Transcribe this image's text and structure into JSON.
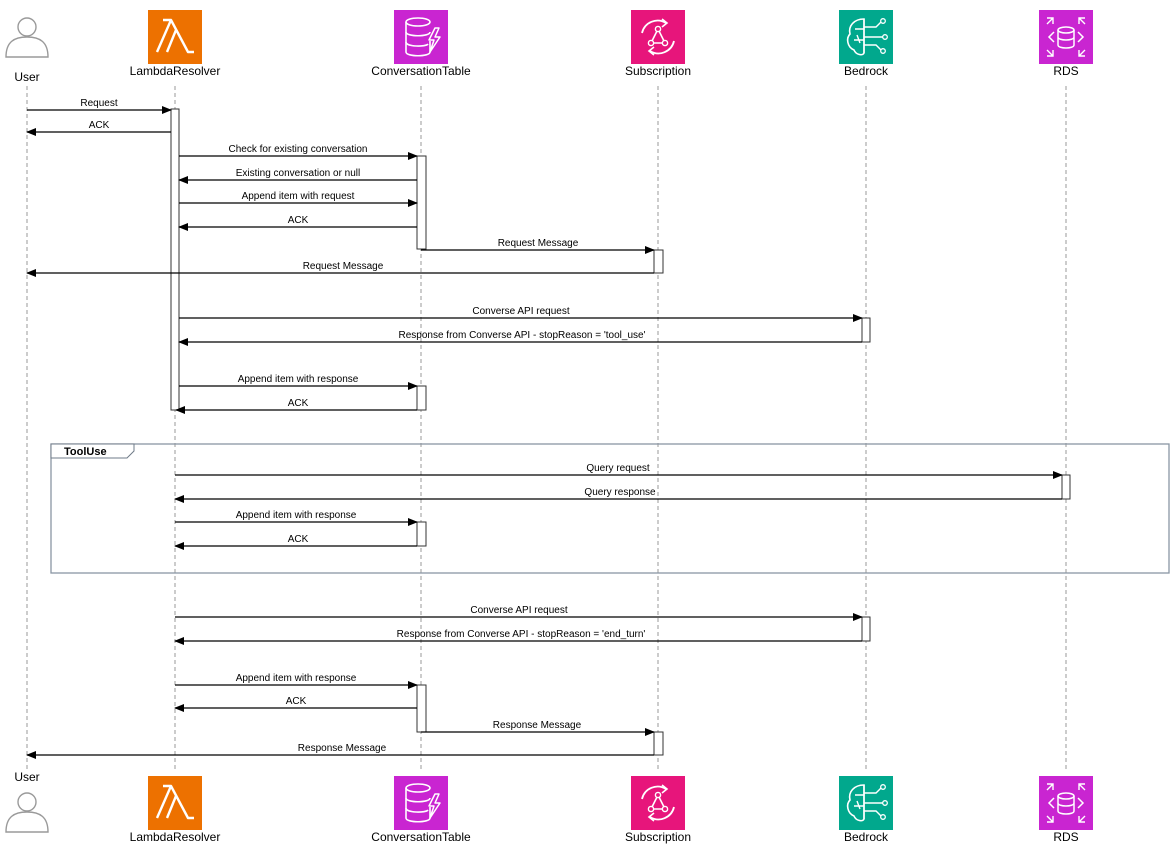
{
  "participants": [
    {
      "id": "user",
      "label": "User",
      "icon": "user-icon",
      "color": "#ffffff"
    },
    {
      "id": "lambda",
      "label": "LambdaResolver",
      "icon": "lambda-icon",
      "color": "#ED7100"
    },
    {
      "id": "table",
      "label": "ConversationTable",
      "icon": "dynamodb-icon",
      "color": "#C925D1"
    },
    {
      "id": "sub",
      "label": "Subscription",
      "icon": "appsync-subscription-icon",
      "color": "#E7157B"
    },
    {
      "id": "bedrock",
      "label": "Bedrock",
      "icon": "bedrock-icon",
      "color": "#01A88D"
    },
    {
      "id": "rds",
      "label": "RDS",
      "icon": "rds-icon",
      "color": "#C925D1"
    }
  ],
  "frame": {
    "label": "ToolUse"
  },
  "messages": [
    {
      "from": "user",
      "to": "lambda",
      "label": "Request"
    },
    {
      "from": "lambda",
      "to": "user",
      "label": "ACK"
    },
    {
      "from": "lambda",
      "to": "table",
      "label": "Check for existing conversation"
    },
    {
      "from": "table",
      "to": "lambda",
      "label": "Existing conversation or null"
    },
    {
      "from": "lambda",
      "to": "table",
      "label": "Append item with request"
    },
    {
      "from": "table",
      "to": "lambda",
      "label": "ACK"
    },
    {
      "from": "table",
      "to": "sub",
      "label": "Request Message"
    },
    {
      "from": "sub",
      "to": "user",
      "label": "Request Message"
    },
    {
      "from": "lambda",
      "to": "bedrock",
      "label": "Converse API request"
    },
    {
      "from": "bedrock",
      "to": "lambda",
      "label": "Response from Converse API -  stopReason =  'tool_use'"
    },
    {
      "from": "lambda",
      "to": "table",
      "label": "Append item with response"
    },
    {
      "from": "table",
      "to": "lambda",
      "label": "ACK"
    },
    {
      "from": "lambda",
      "to": "rds",
      "label": "Query request"
    },
    {
      "from": "rds",
      "to": "lambda",
      "label": "Query response"
    },
    {
      "from": "lambda",
      "to": "table",
      "label": "Append item with response"
    },
    {
      "from": "table",
      "to": "lambda",
      "label": "ACK"
    },
    {
      "from": "lambda",
      "to": "bedrock",
      "label": "Converse API request"
    },
    {
      "from": "bedrock",
      "to": "lambda",
      "label": "Response from Converse API -  stopReason =  'end_turn'"
    },
    {
      "from": "lambda",
      "to": "table",
      "label": "Append item with response"
    },
    {
      "from": "table",
      "to": "lambda",
      "label": "ACK"
    },
    {
      "from": "table",
      "to": "sub",
      "label": "Response Message"
    },
    {
      "from": "sub",
      "to": "user",
      "label": "Response Message"
    }
  ]
}
